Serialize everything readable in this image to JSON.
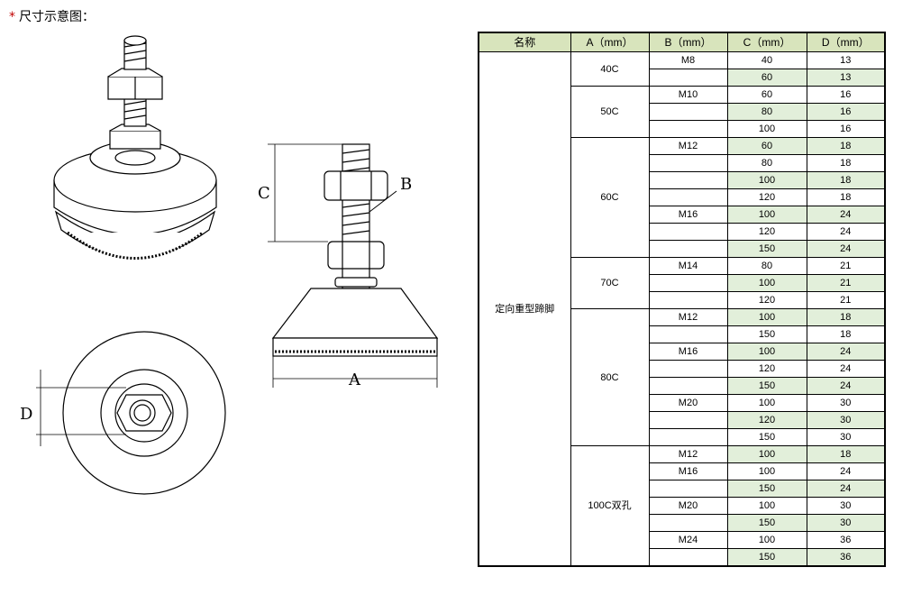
{
  "title": {
    "star": "*",
    "text": "尺寸示意图："
  },
  "labels": {
    "c": "C",
    "b": "B",
    "a": "A",
    "d": "D"
  },
  "colors": {
    "header_bg": "#d8e4bc",
    "alt_row_bg": "#e2efda",
    "title_star": "#c00000"
  },
  "table": {
    "headers": [
      "名称",
      "A（mm）",
      "B（mm）",
      "C（mm）",
      "D（mm）"
    ],
    "name": "定向重型蹄脚",
    "groups": [
      {
        "a": "40C",
        "rows": [
          {
            "b": "M8",
            "c": "40",
            "d": "13",
            "g": false
          },
          {
            "b": "",
            "c": "60",
            "d": "13",
            "g": true
          }
        ]
      },
      {
        "a": "50C",
        "rows": [
          {
            "b": "M10",
            "c": "60",
            "d": "16",
            "g": false
          },
          {
            "b": "",
            "c": "80",
            "d": "16",
            "g": true
          },
          {
            "b": "",
            "c": "100",
            "d": "16",
            "g": false
          }
        ]
      },
      {
        "a": "60C",
        "rows": [
          {
            "b": "M12",
            "c": "60",
            "d": "18",
            "g": true
          },
          {
            "b": "",
            "c": "80",
            "d": "18",
            "g": false
          },
          {
            "b": "",
            "c": "100",
            "d": "18",
            "g": true
          },
          {
            "b": "",
            "c": "120",
            "d": "18",
            "g": false
          },
          {
            "b": "M16",
            "c": "100",
            "d": "24",
            "g": true
          },
          {
            "b": "",
            "c": "120",
            "d": "24",
            "g": false
          },
          {
            "b": "",
            "c": "150",
            "d": "24",
            "g": true
          }
        ]
      },
      {
        "a": "70C",
        "rows": [
          {
            "b": "M14",
            "c": "80",
            "d": "21",
            "g": false
          },
          {
            "b": "",
            "c": "100",
            "d": "21",
            "g": true
          },
          {
            "b": "",
            "c": "120",
            "d": "21",
            "g": false
          }
        ]
      },
      {
        "a": "80C",
        "rows": [
          {
            "b": "M12",
            "c": "100",
            "d": "18",
            "g": true
          },
          {
            "b": "",
            "c": "150",
            "d": "18",
            "g": false
          },
          {
            "b": "M16",
            "c": "100",
            "d": "24",
            "g": true
          },
          {
            "b": "",
            "c": "120",
            "d": "24",
            "g": false
          },
          {
            "b": "",
            "c": "150",
            "d": "24",
            "g": true
          },
          {
            "b": "M20",
            "c": "100",
            "d": "30",
            "g": false
          },
          {
            "b": "",
            "c": "120",
            "d": "30",
            "g": true
          },
          {
            "b": "",
            "c": "150",
            "d": "30",
            "g": false
          }
        ]
      },
      {
        "a": "100C双孔",
        "rows": [
          {
            "b": "M12",
            "c": "100",
            "d": "18",
            "g": true
          },
          {
            "b": "M16",
            "c": "100",
            "d": "24",
            "g": false
          },
          {
            "b": "",
            "c": "150",
            "d": "24",
            "g": true
          },
          {
            "b": "M20",
            "c": "100",
            "d": "30",
            "g": false
          },
          {
            "b": "",
            "c": "150",
            "d": "30",
            "g": true
          },
          {
            "b": "M24",
            "c": "100",
            "d": "36",
            "g": false
          },
          {
            "b": "",
            "c": "150",
            "d": "36",
            "g": true
          }
        ]
      }
    ]
  }
}
